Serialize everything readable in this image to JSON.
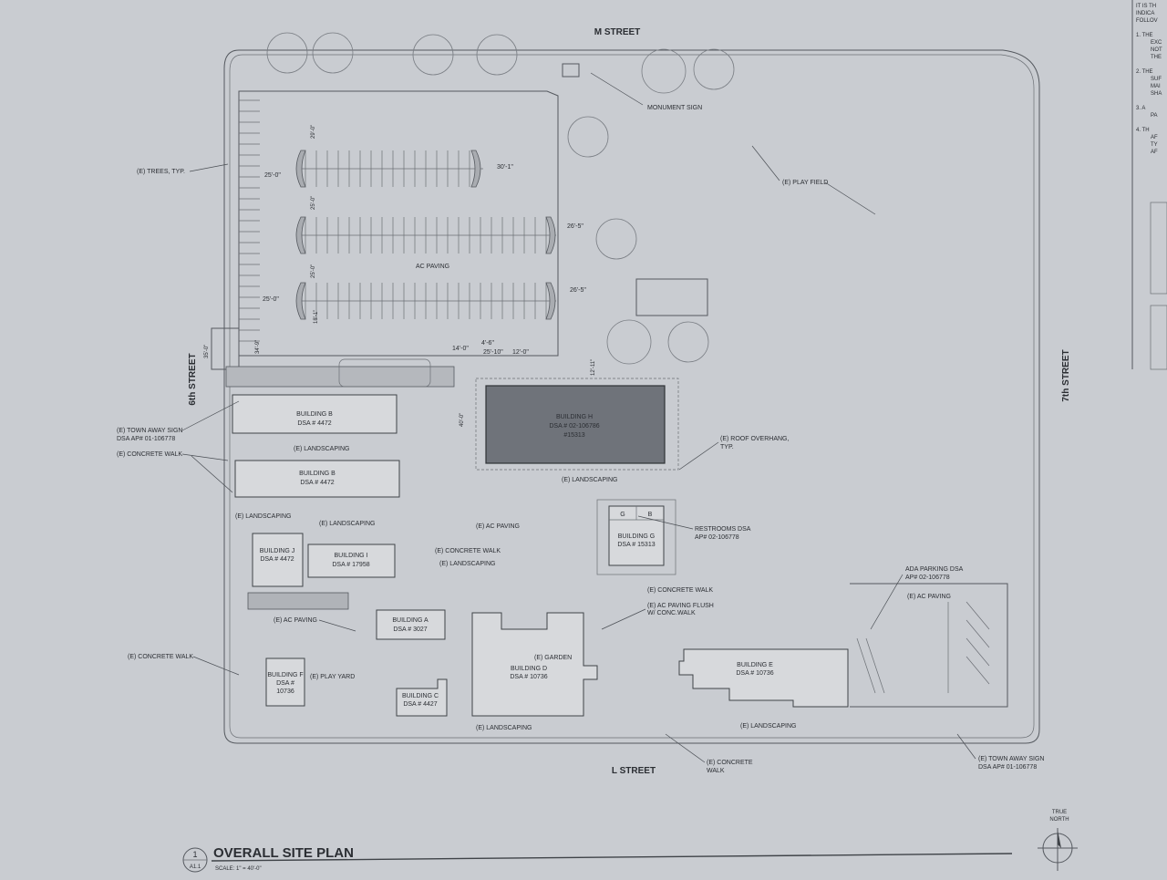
{
  "streets": {
    "north": "M STREET",
    "south": "L STREET",
    "west": "6th STREET",
    "east": "7th STREET"
  },
  "title_block": {
    "detail_number": "1",
    "sheet_ref": "A1.1",
    "title": "OVERALL SITE PLAN",
    "scale": "SCALE: 1\" = 40'-0\""
  },
  "north_arrow": {
    "label_line1": "TRUE",
    "label_line2": "NORTH"
  },
  "buildings": {
    "b1": {
      "name": "BUILDING B",
      "dsa": "DSA # 4472"
    },
    "b2": {
      "name": "BUILDING B",
      "dsa": "DSA # 4472"
    },
    "h": {
      "name": "BUILDING H",
      "dsa": "DSA # 02-106786",
      "num": "#15313"
    },
    "j": {
      "name": "BUILDING J",
      "dsa": "DSA # 4472"
    },
    "i": {
      "name": "BUILDING I",
      "dsa": "DSA # 17958"
    },
    "g": {
      "name": "BUILDING G",
      "dsa": "DSA # 15313",
      "cell_g": "G",
      "cell_b": "B"
    },
    "a": {
      "name": "BUILDING A",
      "dsa": "DSA # 3027"
    },
    "f": {
      "name": "BUILDING F",
      "dsa": "DSA #",
      "num": "10736"
    },
    "c": {
      "name": "BUILDING C",
      "dsa": "DSA # 4427"
    },
    "d": {
      "name": "BUILDING D",
      "dsa": "DSA # 10736"
    },
    "e": {
      "name": "BUILDING E",
      "dsa": "DSA # 10736"
    }
  },
  "annotations": {
    "trees": "(E) TREES, TYP.",
    "monument": "MONUMENT SIGN",
    "play_field": "(E) PLAY FIELD",
    "ac_paving_lot": "AC PAVING",
    "tow_away_1": "(E) TOWN AWAY SIGN",
    "tow_away_1b": "DSA AP# 01-106778",
    "concrete_walk_w": "(E) CONCRETE WALK",
    "landscaping_1": "(E) LANDSCAPING",
    "landscaping_2": "(E) LANDSCAPING",
    "landscaping_3": "(E) LANDSCAPING",
    "landscaping_4": "(E) LANDSCAPING",
    "landscaping_5": "(E) LANDSCAPING",
    "landscaping_6": "(E) LANDSCAPING",
    "landscaping_7": "(E) LANDSCAPING",
    "ac_paving_mid": "(E) AC PAVING",
    "concrete_walk_mid": "(E) CONCRETE WALK",
    "roof_overhang": "(E) ROOF OVERHANG,",
    "roof_overhang_b": "TYP.",
    "restrooms": "RESTROOMS DSA",
    "restrooms_b": "AP# 02-106778",
    "concrete_walk_g": "(E) CONCRETE WALK",
    "ac_flush": "(E) AC PAVING FLUSH",
    "ac_flush_b": "W/ CONC.WALK",
    "ac_paving_a": "(E) AC PAVING",
    "concrete_walk_sw": "(E) CONCRETE WALK",
    "play_yard": "(E) PLAY YARD",
    "garden": "(E) GARDEN",
    "ada": "ADA PARKING DSA",
    "ada_b": "AP# 02-106778",
    "ac_paving_e": "(E) AC PAVING",
    "concrete_walk_s": "(E) CONCRETE",
    "concrete_walk_s_b": "WALK",
    "tow_away_2": "(E) TOWN AWAY SIGN",
    "tow_away_2b": "DSA AP# 01-106778"
  },
  "dimensions": {
    "d1": "29'-0\"",
    "d2": "30'-1\"",
    "d3": "25'-0\"",
    "d4": "25'-0\"",
    "d5": "26'-5\"",
    "d6": "25'-0\"",
    "d7": "26'-5\"",
    "d8": "25'-0\"",
    "d9": "18'-1\"",
    "d10": "35'-0\"",
    "d11": "34'-9\"",
    "d12": "14'-0\"",
    "d13": "4'-6\"",
    "d14": "25'-10\"",
    "d15": "12'-0\"",
    "d16": "12'-11\"",
    "d17": "40'-0\""
  },
  "notes_column": {
    "header1": "IT IS TH",
    "header2": "INDICA",
    "header3": "FOLLOV",
    "n1": "1.  THE",
    "n1b": "EXC",
    "n1c": "NOT",
    "n1d": "THE",
    "n2": "2.  THE",
    "n2b": "SUF",
    "n2c": "MAI",
    "n2d": "SHA",
    "n3": "3.  A",
    "n3b": "PA",
    "n4": "4.  TH",
    "n4b": "AF",
    "n4c": "TY",
    "n4d": "AF"
  },
  "colors": {
    "paper": "#c9ccd1",
    "ink": "#3f4348",
    "building_h": "#6f737a"
  }
}
